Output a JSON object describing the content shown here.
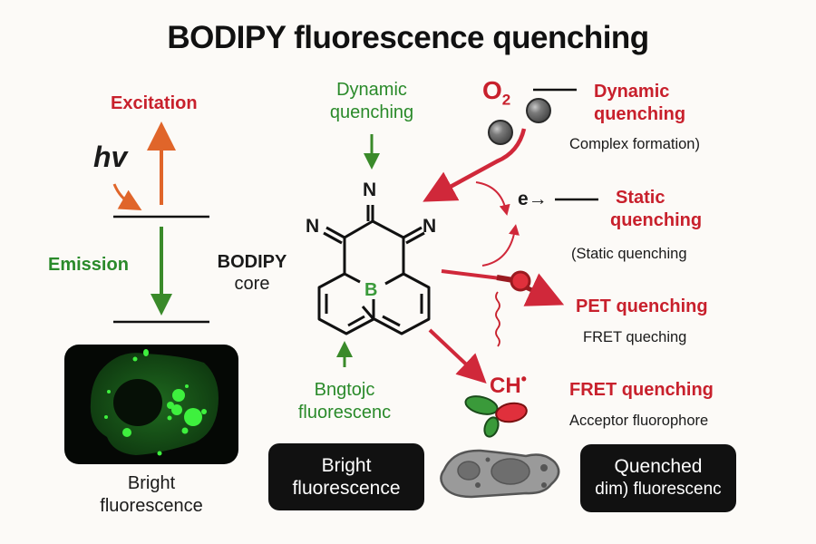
{
  "title": "BODIPY fluorescence quenching",
  "colors": {
    "red": "#c8202c",
    "green": "#2a8a2a",
    "orange": "#e0652a",
    "dark": "#111111",
    "background": "#fcfaf7"
  },
  "jablonski": {
    "excitation_label": "Excitation",
    "photon_label": "hv",
    "emission_label": "Emission"
  },
  "core": {
    "label_line1": "BODIPY",
    "label_line2": "core",
    "atoms": {
      "n_top": "N",
      "n_left": "N",
      "n_right": "N",
      "boron": "B"
    },
    "top_label_line1": "Dynamic",
    "top_label_line2": "quenching",
    "bottom_label_line1": "Bngtojc",
    "bottom_label_line2": "fluorescenc"
  },
  "mechanisms": [
    {
      "symbol": "O",
      "symbol_sub": "2",
      "title_line1": "Dynamic",
      "title_line2": "quenching",
      "description": "Complex formation)"
    },
    {
      "symbol": "e→",
      "title_line1": "Static",
      "title_line2": "quenching",
      "description": "(Static quenching"
    },
    {
      "title_line1": "PET quenching",
      "description": "FRET queching"
    },
    {
      "symbol": "CH",
      "symbol_sup": "•",
      "title_line1": "FRET quenching",
      "description": "Acceptor fluorophore"
    }
  ],
  "panels": {
    "cell_image_caption_line1": "Bright",
    "cell_image_caption_line2": "fluorescence",
    "bright_box_line1": "Bright",
    "bright_box_line2": "fluorescence",
    "quenched_box_line1": "Quenched",
    "quenched_box_line2": "dim) fluorescenc"
  }
}
